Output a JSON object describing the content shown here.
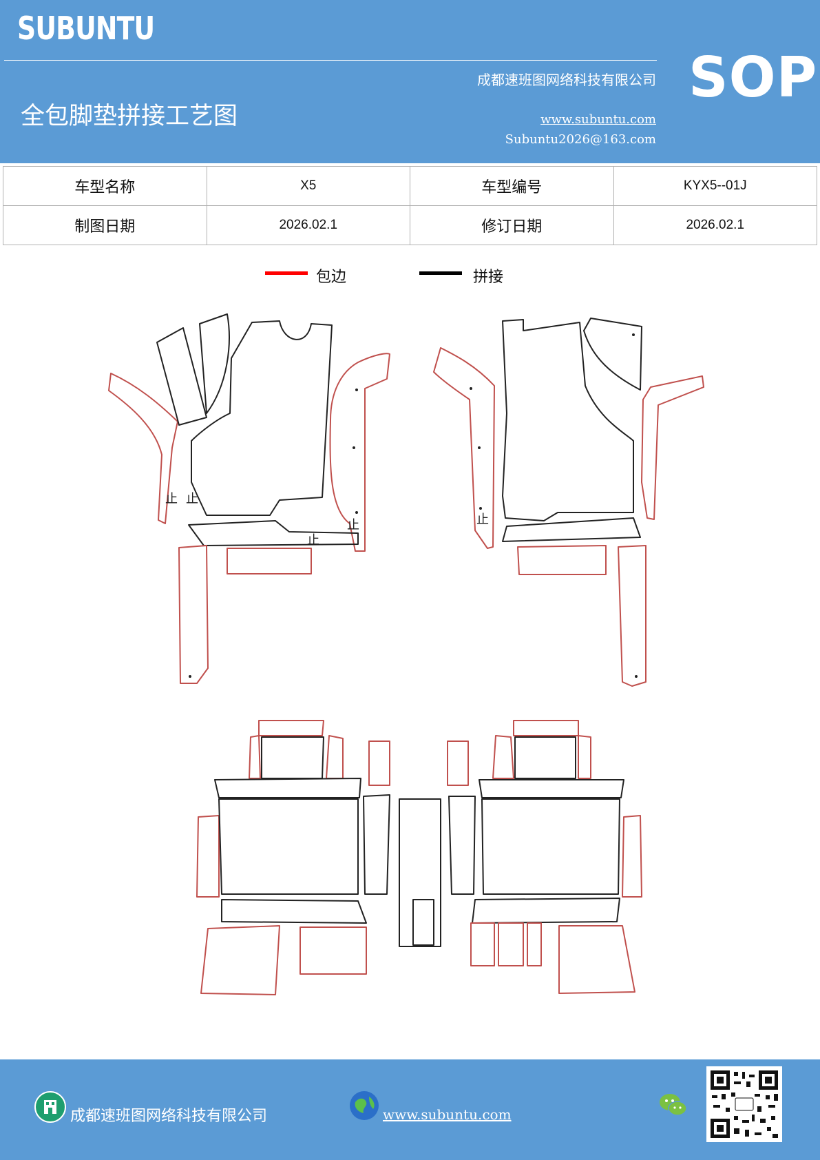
{
  "header": {
    "brand": "SUBUNTU",
    "company": "成都速班图网络科技有限公司",
    "title": "全包脚垫拼接工艺图",
    "website": "www.subuntu.com",
    "email": "Subuntu2026@163.com",
    "badge": "SOP"
  },
  "info_table": {
    "row1": {
      "label1": "车型名称",
      "value1": "X5",
      "label2": "车型编号",
      "value2": "KYX5--01J"
    },
    "row2": {
      "label1": "制图日期",
      "value1": "2026.02.1",
      "label2": "修订日期",
      "value2": "2026.02.1"
    }
  },
  "legend": {
    "items": [
      {
        "label": "包边",
        "color": "#ff0000"
      },
      {
        "label": "拼接",
        "color": "#000000"
      }
    ]
  },
  "diagram": {
    "stop_mark": "止",
    "edge_color": "#c0504d",
    "seam_color": "#000000"
  },
  "footer": {
    "company": "成都速班图网络科技有限公司",
    "website": "www.subuntu.com",
    "icons": [
      "building-icon",
      "globe-icon",
      "wechat-icon",
      "qr-code"
    ]
  },
  "colors": {
    "brand_blue": "#5b9bd5"
  }
}
